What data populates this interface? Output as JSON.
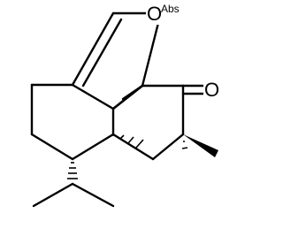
{
  "structure": {
    "atoms": {
      "oxygen_ring": "O",
      "carbonyl_oxygen": "O"
    },
    "stereo_flag": "Abs",
    "line_color": "#000000",
    "background": "#ffffff"
  }
}
